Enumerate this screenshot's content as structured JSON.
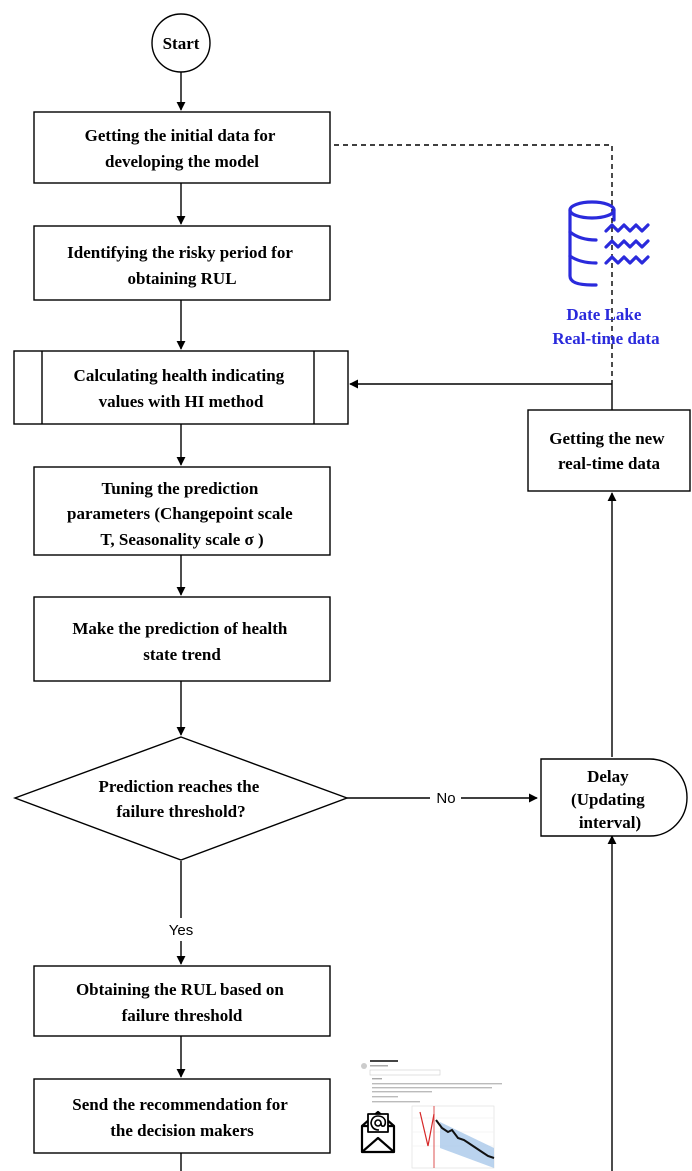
{
  "diagram": {
    "start": "Start",
    "step_initial_data": [
      "Getting the initial data for",
      "developing the model"
    ],
    "step_risky_period": [
      "Identifying the risky period for",
      "obtaining RUL"
    ],
    "step_health_values": [
      "Calculating health indicating",
      "values with HI method"
    ],
    "step_tuning": [
      "Tuning the prediction",
      "parameters (Changepoint scale",
      "Τ, Seasonality scale σ )"
    ],
    "step_prediction": [
      "Make the prediction of health",
      "state trend"
    ],
    "decision": [
      "Prediction reaches the",
      "failure threshold?"
    ],
    "label_yes": "Yes",
    "label_no": "No",
    "step_rul": [
      "Obtaining the RUL based on",
      "failure threshold"
    ],
    "step_recommend": [
      "Send the recommendation for",
      "the decision makers"
    ],
    "delay": [
      "Delay",
      "(Updating",
      "interval)"
    ],
    "step_new_data": [
      "Getting the new",
      "real-time data"
    ],
    "data_lake": [
      "Date Lake",
      "Real-time data"
    ],
    "icon_database": "database-waves-icon",
    "icon_email": "email-at-icon",
    "icon_chart_thumbnail": "report-chart-thumbnail",
    "colors": {
      "line": "#000000",
      "database_blue": "#2a2adc",
      "chart_red": "#d62828",
      "chart_band": "#a9c8ea"
    }
  }
}
